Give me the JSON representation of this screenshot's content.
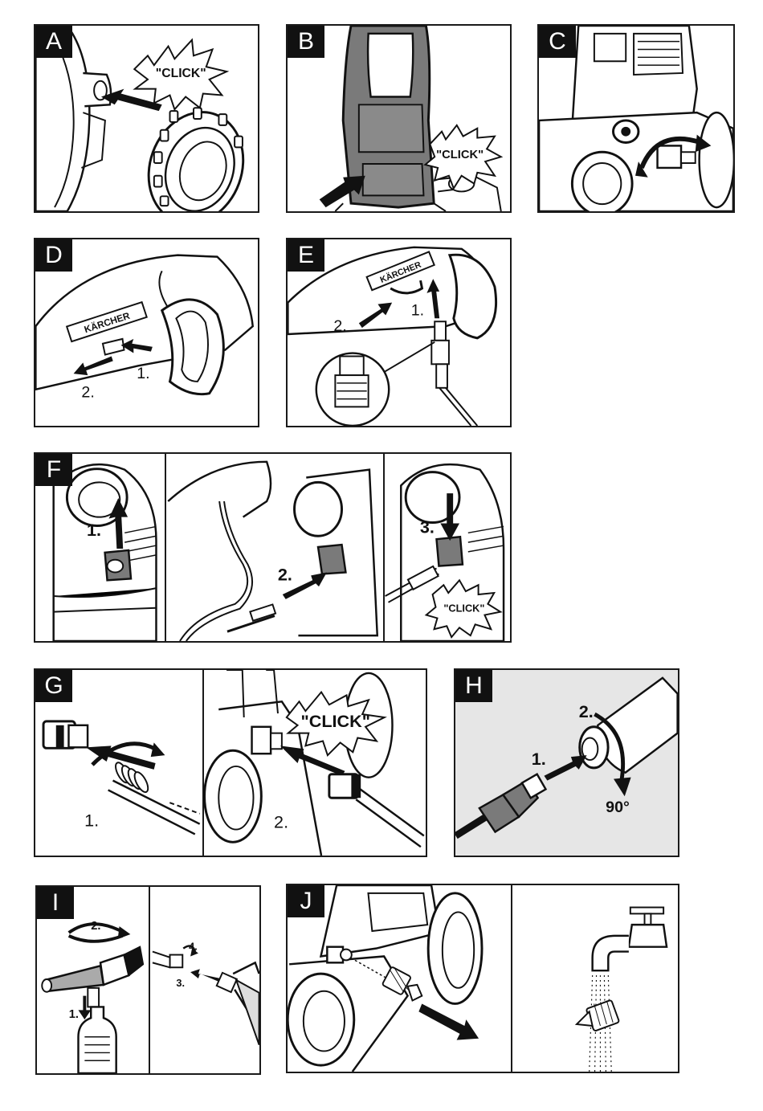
{
  "panels": {
    "A": {
      "letter": "A",
      "click": "\"CLICK\""
    },
    "B": {
      "letter": "B",
      "click": "\"CLICK\""
    },
    "C": {
      "letter": "C"
    },
    "D": {
      "letter": "D",
      "brand": "KÄRCHER",
      "step1": "1.",
      "step2": "2."
    },
    "E": {
      "letter": "E",
      "brand": "KÄRCHER",
      "step1": "1.",
      "step2": "2."
    },
    "F": {
      "letter": "F",
      "step1": "1.",
      "step2": "2.",
      "step3": "3.",
      "click": "\"CLICK\""
    },
    "G": {
      "letter": "G",
      "step1": "1.",
      "step2": "2.",
      "click": "\"CLICK\""
    },
    "H": {
      "letter": "H",
      "step1": "1.",
      "step2": "2.",
      "angle": "90°"
    },
    "I": {
      "letter": "I",
      "step1": "1.",
      "step2": "2.",
      "step3": "3.",
      "step4": "4."
    },
    "J": {
      "letter": "J"
    }
  },
  "colors": {
    "ink": "#111111",
    "panel_grey": "#e6e6e6",
    "handle_grey": "#7a7a7a"
  }
}
